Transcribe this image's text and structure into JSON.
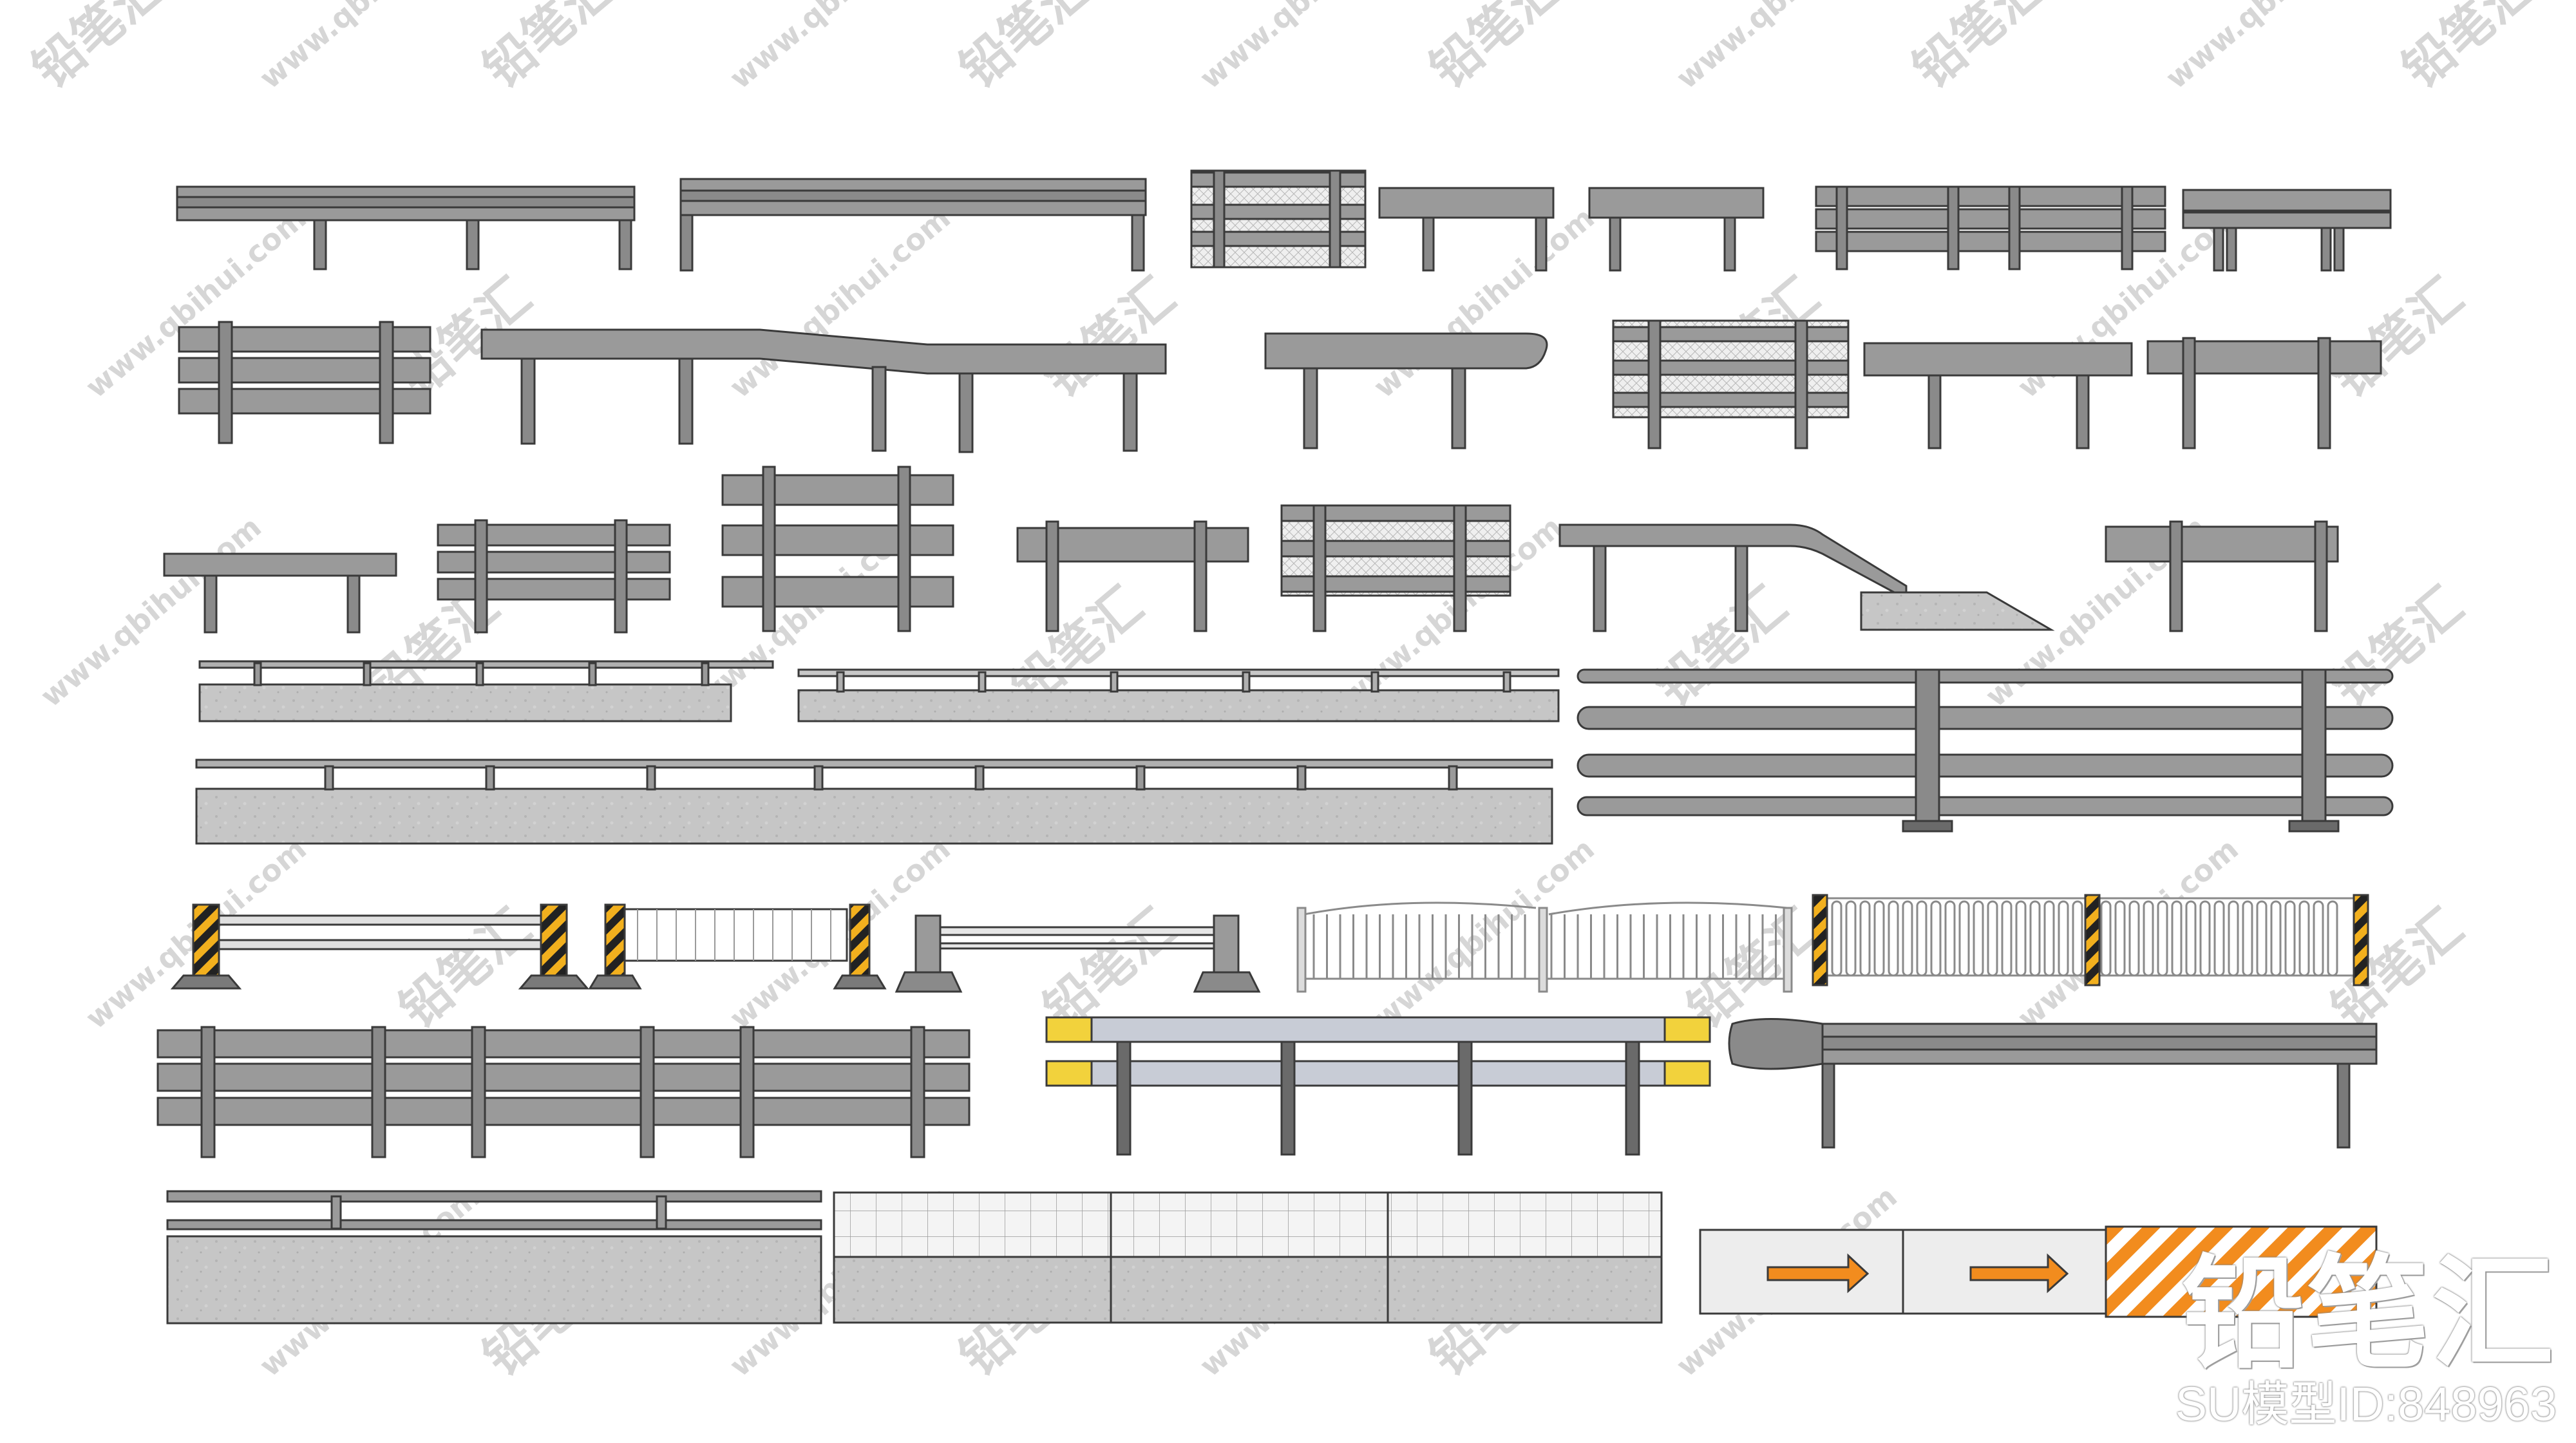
{
  "watermark": {
    "logo_text": "铅笔汇",
    "site": "www.qbihui.com"
  },
  "brand": {
    "name": "铅笔汇",
    "model_id": "SU模型ID:848963"
  },
  "colors": {
    "steel": "#9a9a9a",
    "steel_dark": "#7a7a7a",
    "outline": "#3a3a3a",
    "concrete": "#c4c4c4",
    "mesh": "#e8e8e8",
    "warning_yellow": "#f2b01e",
    "warning_black": "#222222",
    "arrow_orange": "#f28c1e",
    "end_cap_yellow": "#f2d23c",
    "watermark": "#d9d9d9"
  },
  "objects": [
    {
      "name": "single-w-beam-guardrail",
      "icon": "guardrail"
    },
    {
      "name": "single-w-beam-long",
      "icon": "guardrail"
    },
    {
      "name": "mesh-panel-barrier",
      "icon": "mesh-fence"
    },
    {
      "name": "double-beam-guardrail",
      "icon": "guardrail"
    },
    {
      "name": "triple-beam-guardrail",
      "icon": "guardrail"
    },
    {
      "name": "transition-guardrail",
      "icon": "guardrail"
    },
    {
      "name": "end-terminal-guardrail",
      "icon": "guardrail"
    },
    {
      "name": "concrete-parapet-rail",
      "icon": "concrete-barrier"
    },
    {
      "name": "tube-rail-guardrail",
      "icon": "tube-rail"
    },
    {
      "name": "warning-post-barrier",
      "icon": "traffic-barrier"
    },
    {
      "name": "arched-fence",
      "icon": "fence"
    },
    {
      "name": "picket-fence",
      "icon": "fence"
    },
    {
      "name": "crash-cushion-guardrail",
      "icon": "guardrail"
    },
    {
      "name": "mesh-concrete-wall",
      "icon": "mesh-fence"
    },
    {
      "name": "plastic-water-barrier",
      "icon": "traffic-barrier"
    }
  ]
}
